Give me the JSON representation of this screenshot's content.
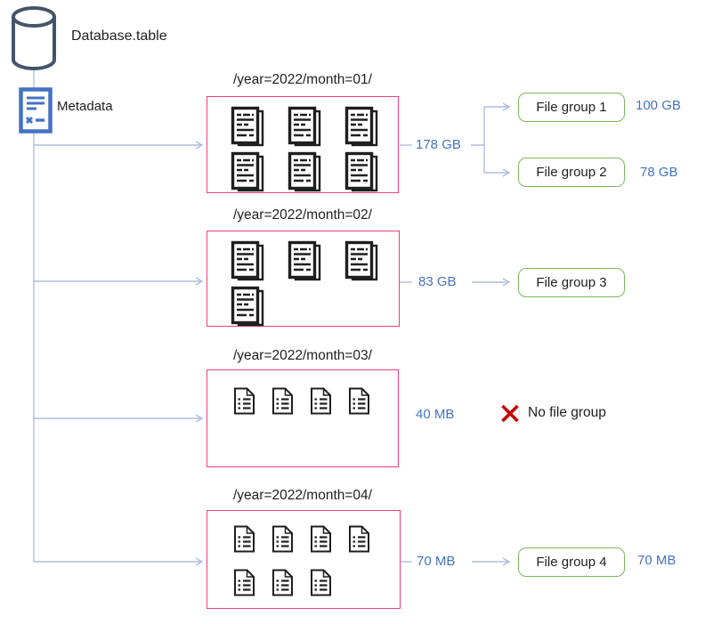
{
  "diagram": {
    "source": {
      "label": "Database.table"
    },
    "metadata": {
      "label": "Metadata"
    },
    "partitions": [
      {
        "title": "/year=2022/month=01/",
        "size": "178 GB",
        "icon": "stacked-documents-icon",
        "icon_rows": [
          3,
          3
        ],
        "file_groups": [
          {
            "label": "File group 1",
            "size": "100 GB"
          },
          {
            "label": "File group 2",
            "size": "78 GB"
          }
        ]
      },
      {
        "title": "/year=2022/month=02/",
        "size": "83 GB",
        "icon": "stacked-documents-icon",
        "icon_rows": [
          3,
          1
        ],
        "file_groups": [
          {
            "label": "File group 3"
          }
        ]
      },
      {
        "title": "/year=2022/month=03/",
        "size": "40 MB",
        "icon": "single-document-icon",
        "icon_rows": [
          4
        ],
        "no_file_group_label": "No file group"
      },
      {
        "title": "/year=2022/month=04/",
        "size": "70 MB",
        "icon": "single-document-icon",
        "icon_rows": [
          4,
          3
        ],
        "file_groups": [
          {
            "label": "File group 4",
            "size": "70 MB"
          }
        ]
      }
    ],
    "colors": {
      "ink": "#1f1f1f",
      "blue": "#4472C4",
      "connector": "#AEBEDC",
      "pink": "#EE3D7C",
      "green": "#7BB75A",
      "navy": "#44546A",
      "metadata_blue": "#4472C4",
      "red": "#C00000"
    }
  }
}
